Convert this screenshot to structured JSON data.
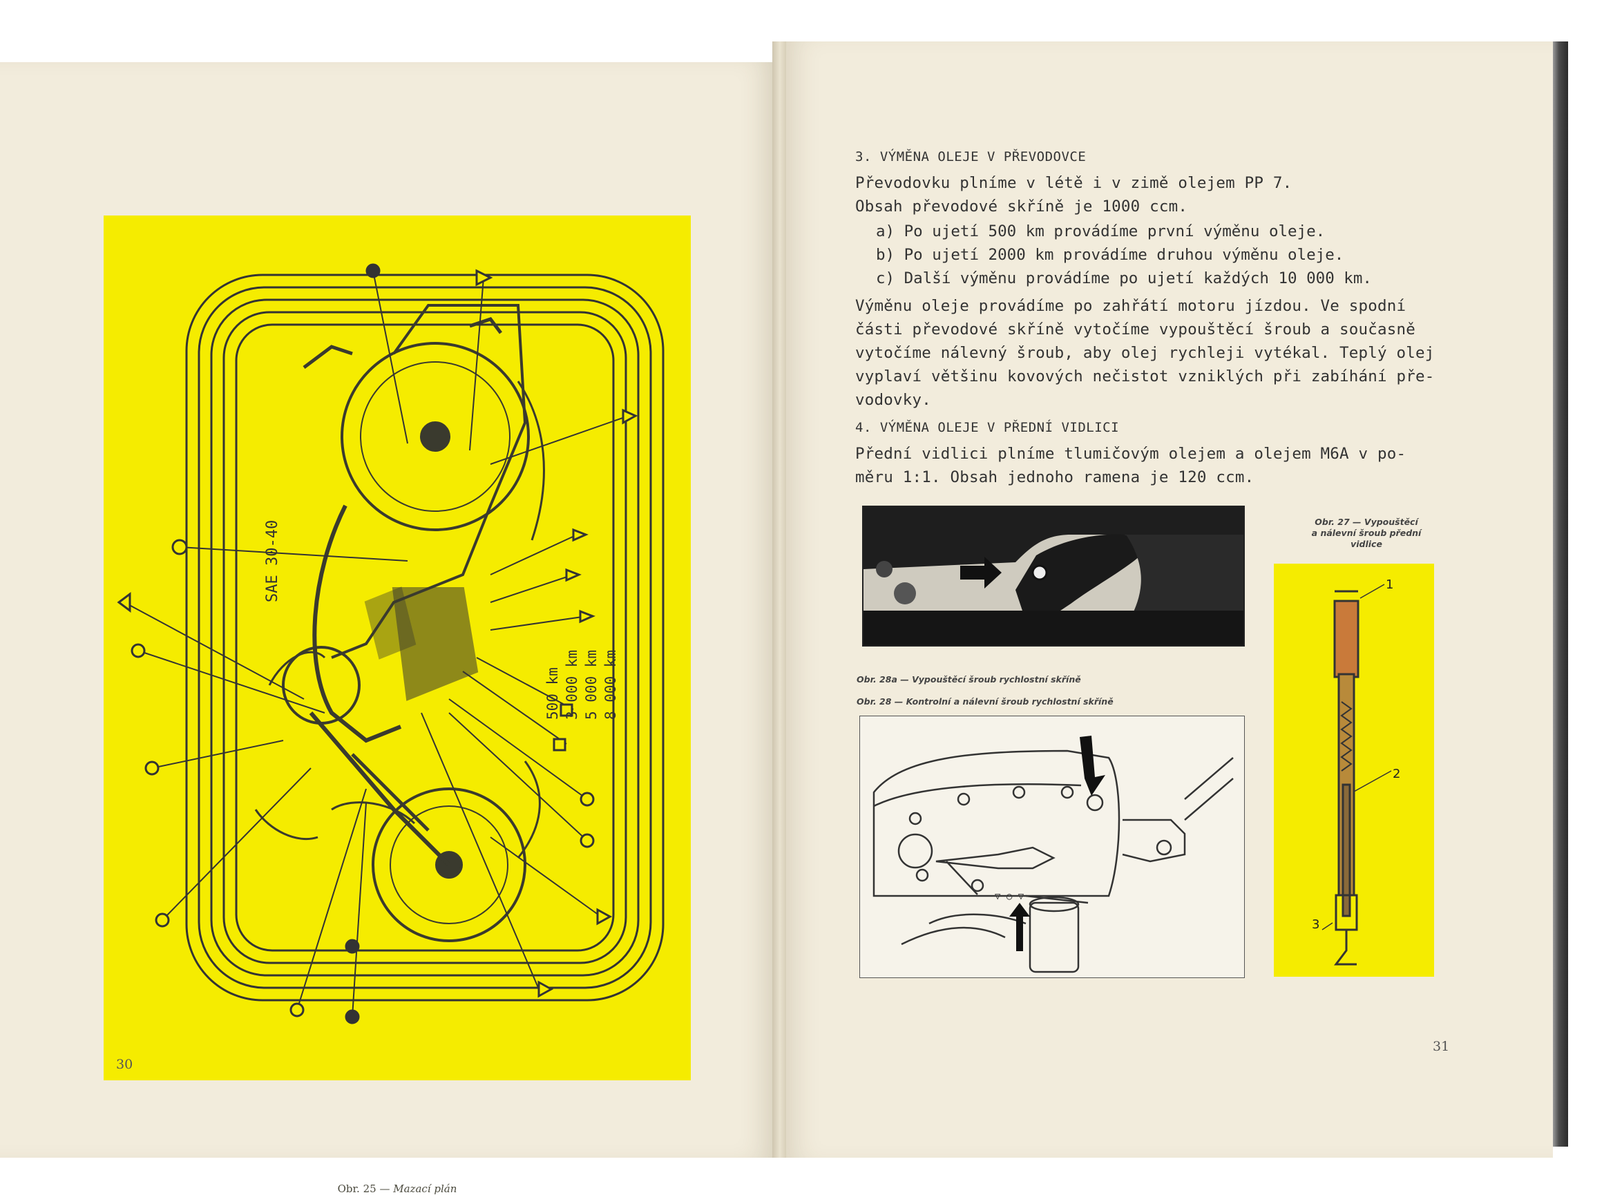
{
  "left_page": {
    "figure": {
      "labels": {
        "oil": "SAE 30-40",
        "km1": "500 km",
        "km2": "3 000 km",
        "km3": "5 000 km",
        "km4": "8 000 km"
      },
      "caption_prefix": "Obr. 25 —",
      "caption_title": "Mazací plán"
    },
    "page_number": "30"
  },
  "right_page": {
    "section3": {
      "heading": "3. VÝMĚNA OLEJE V PŘEVODOVCE",
      "intro_line1": "Převodovku plníme v létě i v zimě olejem PP 7.",
      "intro_line2": "Obsah převodové skříně je 1000 ccm.",
      "items": [
        "a) Po ujetí 500 km provádíme první výměnu oleje.",
        "b) Po ujetí 2000 km provádíme druhou výměnu oleje.",
        "c) Další výměnu provádíme po ujetí každých 10 000 km."
      ],
      "paragraph_lines": [
        "Výměnu oleje provádíme po zahřátí motoru jízdou. Ve spodní",
        "části převodové skříně vytočíme vypouštěcí šroub a současně",
        "vytočíme nálevný šroub, aby olej rychleji vytékal. Teplý olej",
        "vyplaví většinu kovových nečistot vzniklých při zabíhání pře-",
        "vodovky."
      ]
    },
    "section4": {
      "heading": "4. VÝMĚNA OLEJE V PŘEDNÍ VIDLICI",
      "lines": [
        "Přední vidlici plníme tlumičovým olejem a olejem M6A v po-",
        "měru 1:1. Obsah jednoho ramena je 120 ccm."
      ]
    },
    "fig28a_caption": "Obr. 28a — Vypouštěcí šroub rychlostní skříně",
    "fig28_caption": "Obr. 28 — Kontrolní a nálevní šroub rychlostní skříně",
    "fig27": {
      "caption_lines": [
        "Obr. 27 — Vypouštěcí",
        "a nálevní šroub přední",
        "vidlice"
      ],
      "labels": [
        "1",
        "2",
        "3"
      ]
    },
    "page_number": "31"
  },
  "colors": {
    "panel_yellow": "#f5ec00",
    "paper": "#f2ecdc",
    "ink": "#333333"
  }
}
